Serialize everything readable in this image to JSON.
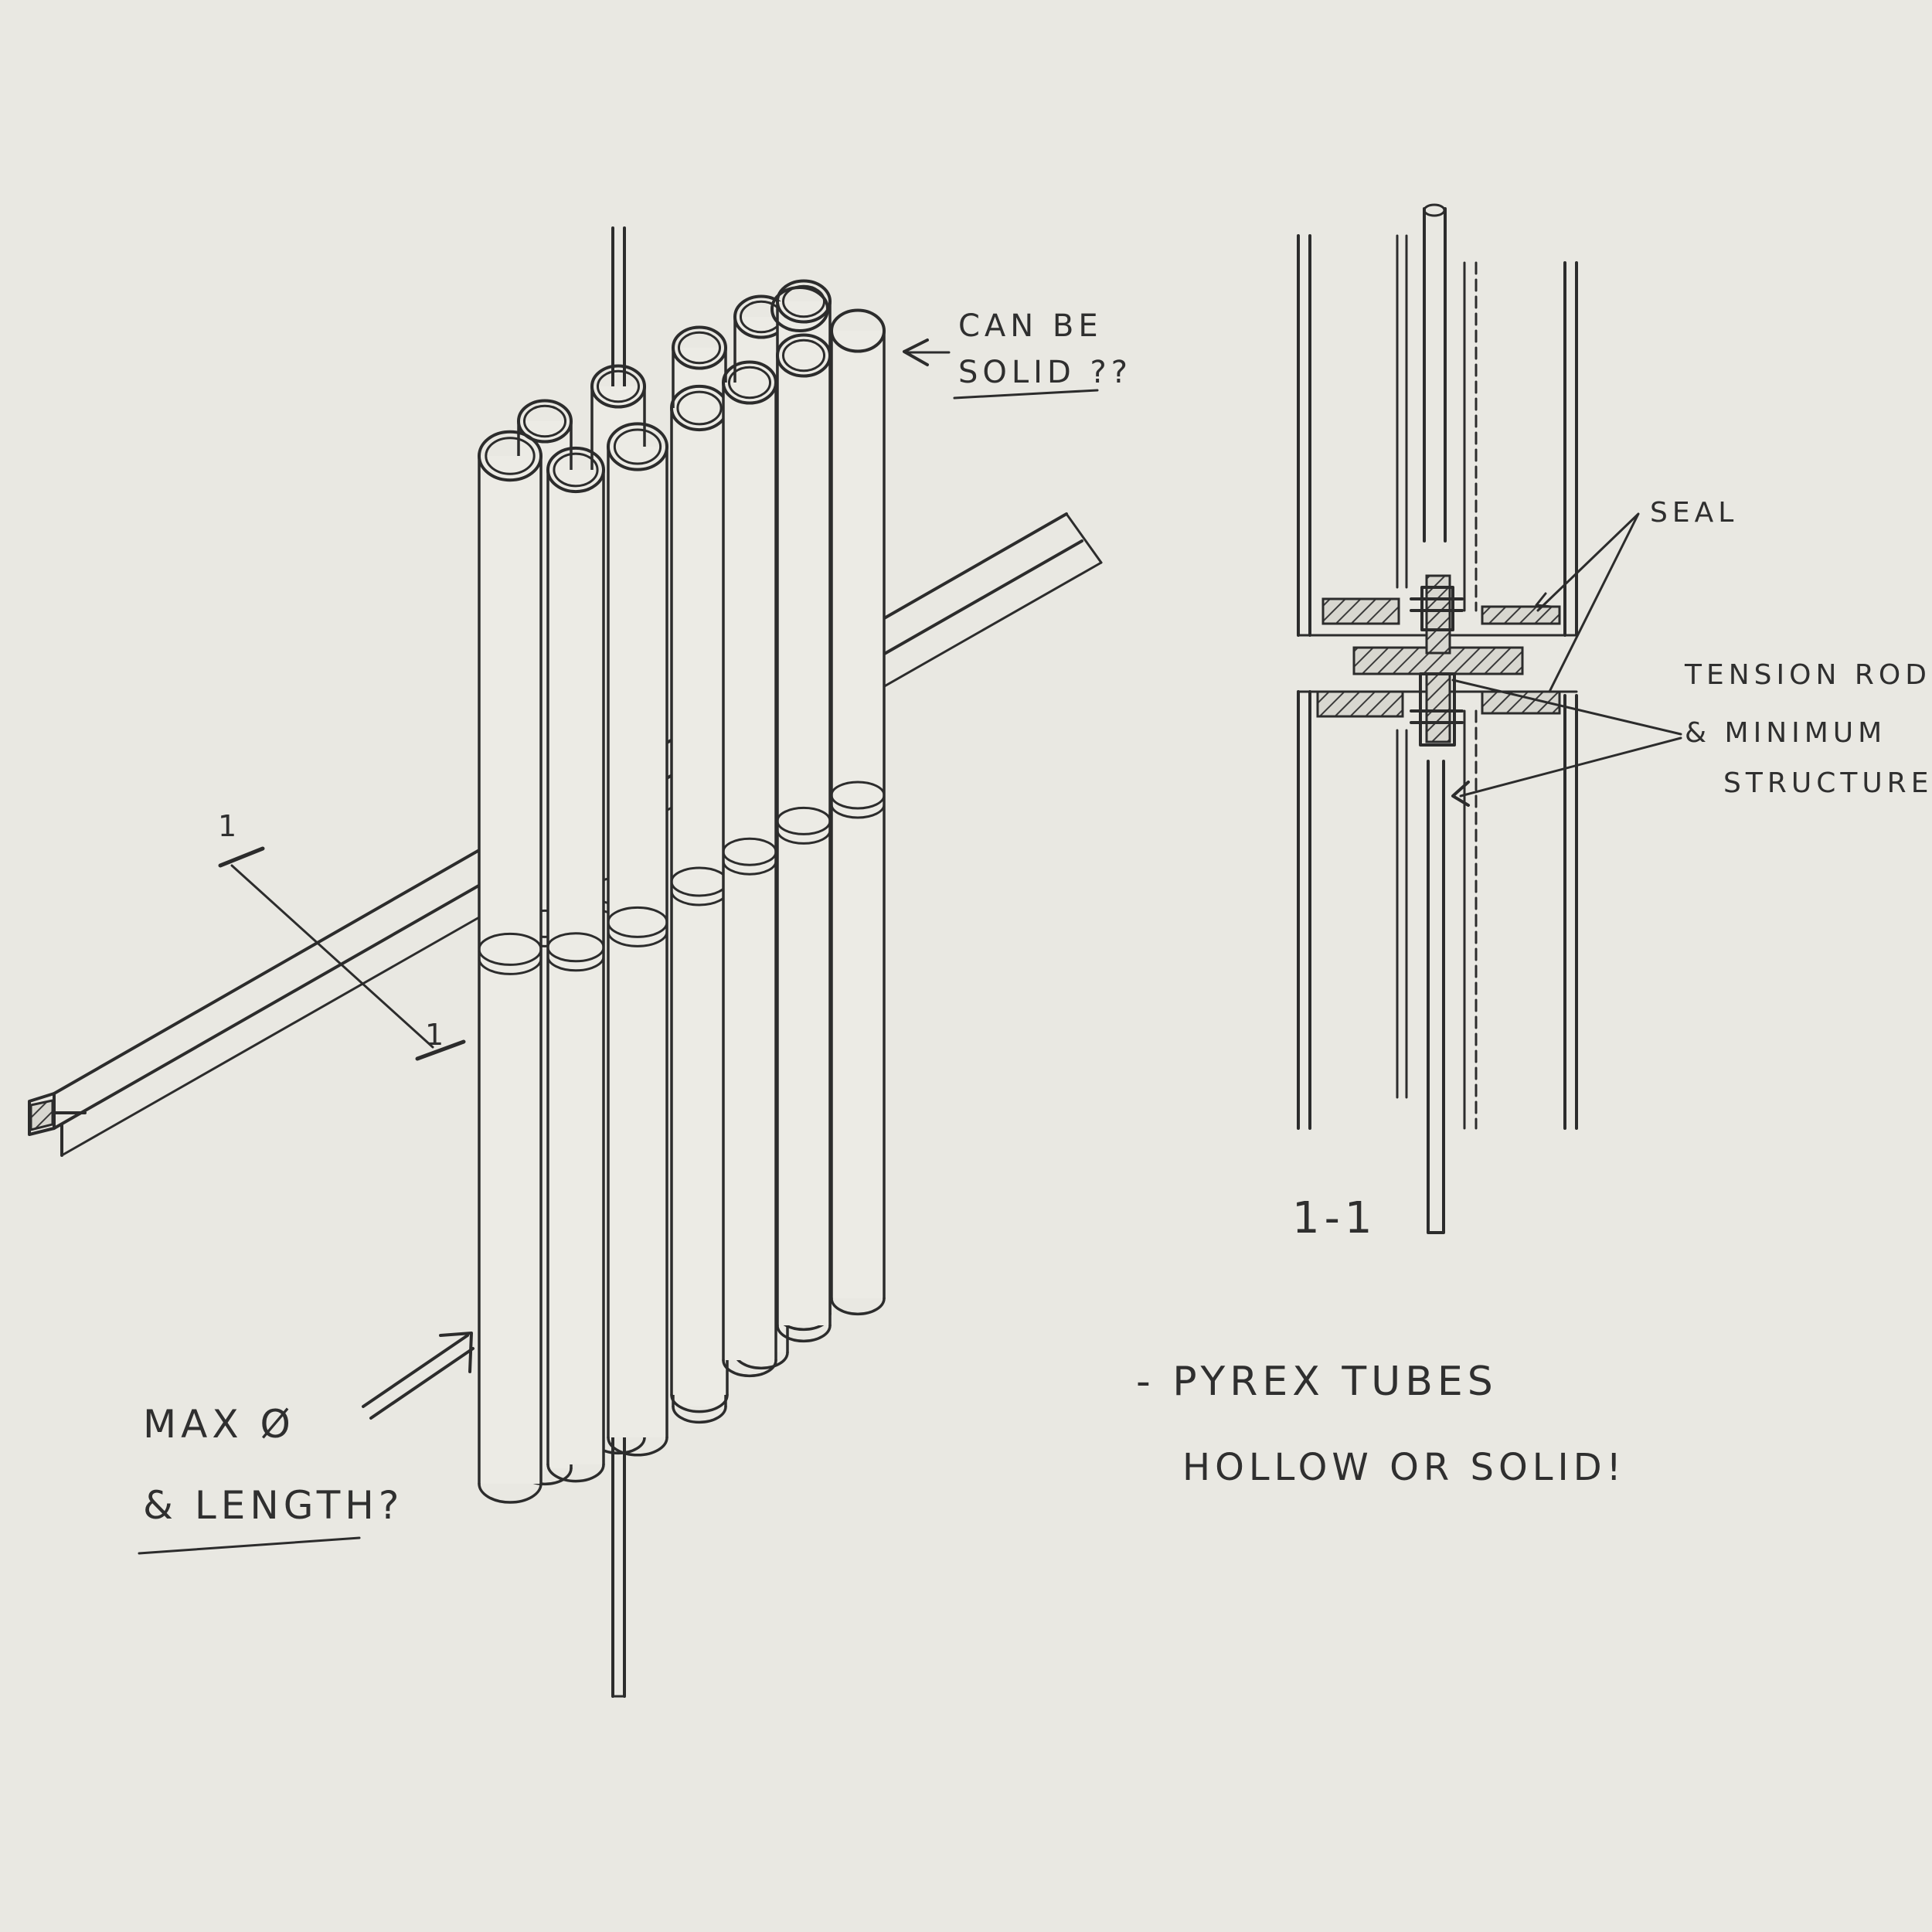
{
  "annotations": {
    "can_be_solid_line1": "CAN BE",
    "can_be_solid_line2": "SOLID ??",
    "section_mark_top": "1",
    "section_mark_bottom": "1",
    "max_line1": "MAX Ø",
    "max_line2": "& LENGTH?",
    "seal": "SEAL",
    "tension_line1": "TENSION RODS",
    "tension_line2": "& MINIMUM",
    "tension_line3": "STRUCTURE",
    "section_title": "1-1",
    "pyrex_line1": "- PYREX TUBES",
    "pyrex_line2": "HOLLOW OR SOLID!"
  },
  "colors": {
    "paper": "#e9e8e2",
    "pencil": "#2c2c2c"
  }
}
